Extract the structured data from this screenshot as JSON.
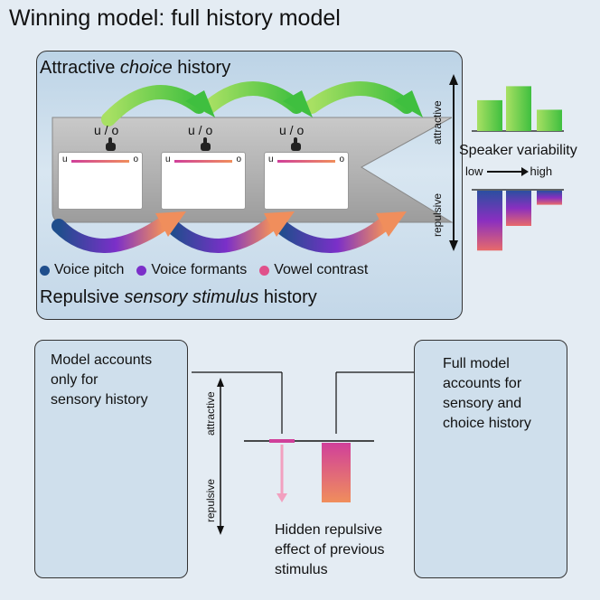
{
  "title": "Winning model: full history model",
  "top_panel": {
    "attractive_pre": "Attractive ",
    "attractive_em": "choice",
    "attractive_post": " history",
    "repulsive_pre": "Repulsive ",
    "repulsive_em": "sensory stimulus",
    "repulsive_post": " history",
    "choice_label": "u / o",
    "card_left": "u",
    "card_right": "o",
    "legend": [
      {
        "label": "Voice pitch",
        "color": "#1f4e8c"
      },
      {
        "label": "Voice formants",
        "color": "#7b2fc9"
      },
      {
        "label": "Vowel contrast",
        "color": "#e0508a"
      }
    ]
  },
  "speaker": {
    "label": "Speaker variability",
    "low": "low",
    "high": "high",
    "attractive": "attractive",
    "repulsive": "repulsive",
    "attractive_bars": [
      0.55,
      0.8,
      0.38
    ],
    "repulsive_bars": [
      0.85,
      0.5,
      0.2
    ]
  },
  "left_panel": {
    "lines": [
      "Model accounts",
      "only for",
      "sensory history"
    ]
  },
  "right_panel": {
    "lines": [
      "Full model",
      "accounts for",
      "sensory and",
      "choice history"
    ]
  },
  "middle": {
    "attractive": "attractive",
    "repulsive": "repulsive",
    "hidden_lines": [
      "Hidden repulsive",
      "effect of previous",
      "stimulus"
    ]
  },
  "colors": {
    "green_dark": "#3fbf3f",
    "green_light": "#a8e063",
    "pitch": "#1f4e8c",
    "formants": "#7b2fc9",
    "vowel": "#e0508a",
    "orange": "#f08e5c"
  }
}
